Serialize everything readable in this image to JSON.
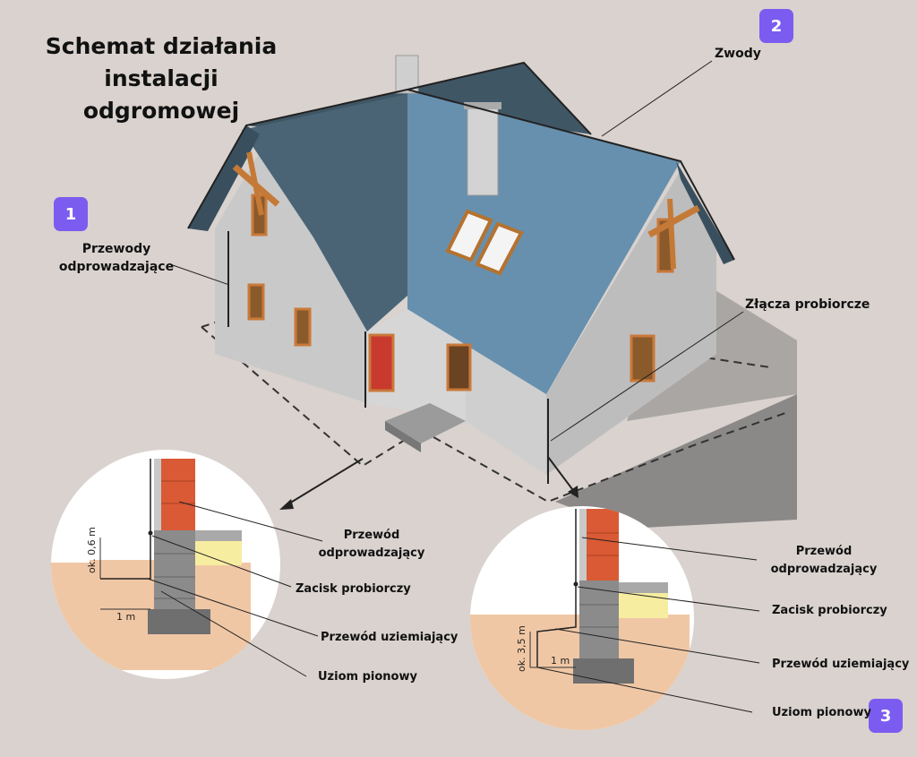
{
  "title": "Schemat działania\ninstalacji odgromowej",
  "badges": {
    "b1": "1",
    "b2": "2",
    "b3": "3"
  },
  "labels": {
    "przewody": "Przewody\nodprowadzające",
    "zwody": "Zwody",
    "zlacza": "Złącza probiorcze",
    "left_przewod": "Przewód\nodprowadzający",
    "left_zacisk": "Zacisk probiorczy",
    "left_uziem": "Przewód uziemiający",
    "left_uziom": "Uziom pionowy",
    "right_przewod": "Przewód\nodprowadzający",
    "right_zacisk": "Zacisk probiorczy",
    "right_uziem": "Przewód uziemiający",
    "right_uziom": "Uziom pionowy"
  },
  "dims": {
    "left_vertical": "ok. 0,6 m",
    "left_horizontal": "1 m",
    "right_vertical": "ok. 3,5 m",
    "right_horizontal": "1 m"
  },
  "colors": {
    "badge": "#7b5cf0",
    "roof": "#5f8ba8",
    "wall": "#d3d3d3",
    "brick": "#d95a34",
    "soil": "#f0c7a5",
    "insulation": "#f7eda0",
    "concrete": "#767676"
  }
}
